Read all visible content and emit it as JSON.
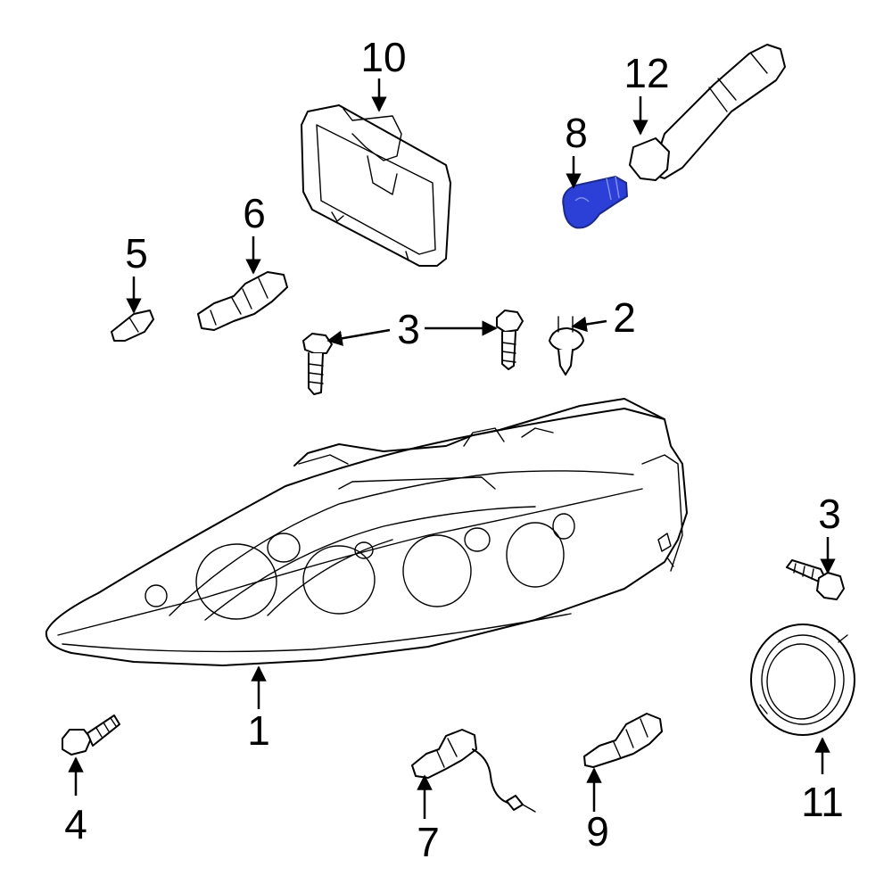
{
  "accent_color": "#2c3fd6",
  "callouts": {
    "headlamp_assembly": "1",
    "clip": "2",
    "bolt_upper": "3",
    "bolt_right": "3",
    "bolt_lower": "4",
    "small_bulb": "5",
    "bulb_holder_upper": "6",
    "bulb_with_harness": "7",
    "highlighted_bulb": "8",
    "bulb_lower": "9",
    "lamp_housing": "10",
    "dust_cap_ring": "11",
    "socket": "12"
  },
  "icons": {
    "highlighted_part": "bulb-icon"
  }
}
